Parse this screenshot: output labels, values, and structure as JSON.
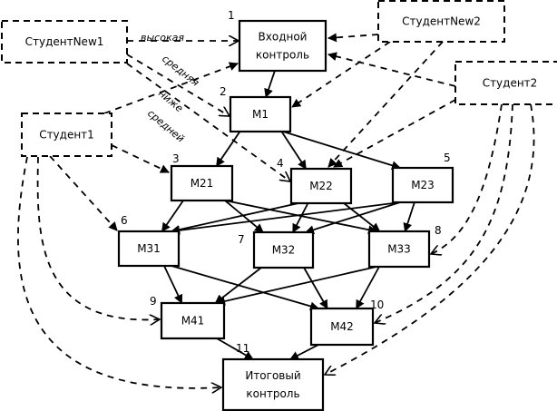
{
  "diagram": {
    "modules": [
      {
        "id": "entry",
        "number": "1",
        "lines": [
          "Входной",
          "контроль"
        ]
      },
      {
        "id": "m1",
        "number": "2",
        "lines": [
          "M1"
        ]
      },
      {
        "id": "m21",
        "number": "3",
        "lines": [
          "M21"
        ]
      },
      {
        "id": "m22",
        "number": "4",
        "lines": [
          "M22"
        ]
      },
      {
        "id": "m23",
        "number": "5",
        "lines": [
          "M23"
        ]
      },
      {
        "id": "m31",
        "number": "6",
        "lines": [
          "M31"
        ]
      },
      {
        "id": "m32",
        "number": "7",
        "lines": [
          "M32"
        ]
      },
      {
        "id": "m33",
        "number": "8",
        "lines": [
          "M33"
        ]
      },
      {
        "id": "m41",
        "number": "9",
        "lines": [
          "M41"
        ]
      },
      {
        "id": "m42",
        "number": "10",
        "lines": [
          "M42"
        ]
      },
      {
        "id": "final",
        "number": "11",
        "lines": [
          "Итоговый",
          "контроль"
        ]
      }
    ],
    "students": [
      {
        "id": "sn1",
        "label": "СтудентNew1"
      },
      {
        "id": "sn2",
        "label": "СтудентNew2"
      },
      {
        "id": "s1",
        "label": "Студент1"
      },
      {
        "id": "s2",
        "label": "Студент2"
      }
    ],
    "edge_labels": {
      "high": "высокая",
      "medium": "средняя",
      "below_1": "ниже",
      "below_2": "средней"
    },
    "module_edges": [
      [
        "entry",
        "m1"
      ],
      [
        "m1",
        "m21"
      ],
      [
        "m1",
        "m22"
      ],
      [
        "m1",
        "m23"
      ],
      [
        "m21",
        "m31"
      ],
      [
        "m21",
        "m32"
      ],
      [
        "m21",
        "m33"
      ],
      [
        "m22",
        "m31"
      ],
      [
        "m22",
        "m32"
      ],
      [
        "m22",
        "m33"
      ],
      [
        "m23",
        "m31"
      ],
      [
        "m23",
        "m32"
      ],
      [
        "m23",
        "m33"
      ],
      [
        "m31",
        "m41"
      ],
      [
        "m31",
        "m42"
      ],
      [
        "m32",
        "m41"
      ],
      [
        "m32",
        "m42"
      ],
      [
        "m33",
        "m41"
      ],
      [
        "m33",
        "m42"
      ],
      [
        "m41",
        "final"
      ],
      [
        "m42",
        "final"
      ]
    ],
    "student_paths": [
      {
        "from": "sn1",
        "to": "entry",
        "label": "high"
      },
      {
        "from": "sn1",
        "to": "m1",
        "label": "medium"
      },
      {
        "from": "sn1",
        "to": "m22",
        "label": "below"
      },
      {
        "from": "sn2",
        "to": "entry"
      },
      {
        "from": "sn2",
        "to": "m1"
      },
      {
        "from": "sn2",
        "to": "m22"
      },
      {
        "from": "s1",
        "to": "entry"
      },
      {
        "from": "s1",
        "to": "m21"
      },
      {
        "from": "s1",
        "to": "m31"
      },
      {
        "from": "s1",
        "to": "m41"
      },
      {
        "from": "s1",
        "to": "final"
      },
      {
        "from": "s2",
        "to": "entry"
      },
      {
        "from": "s2",
        "to": "m22"
      },
      {
        "from": "s2",
        "to": "m33"
      },
      {
        "from": "s2",
        "to": "m42"
      },
      {
        "from": "s2",
        "to": "final"
      }
    ]
  }
}
